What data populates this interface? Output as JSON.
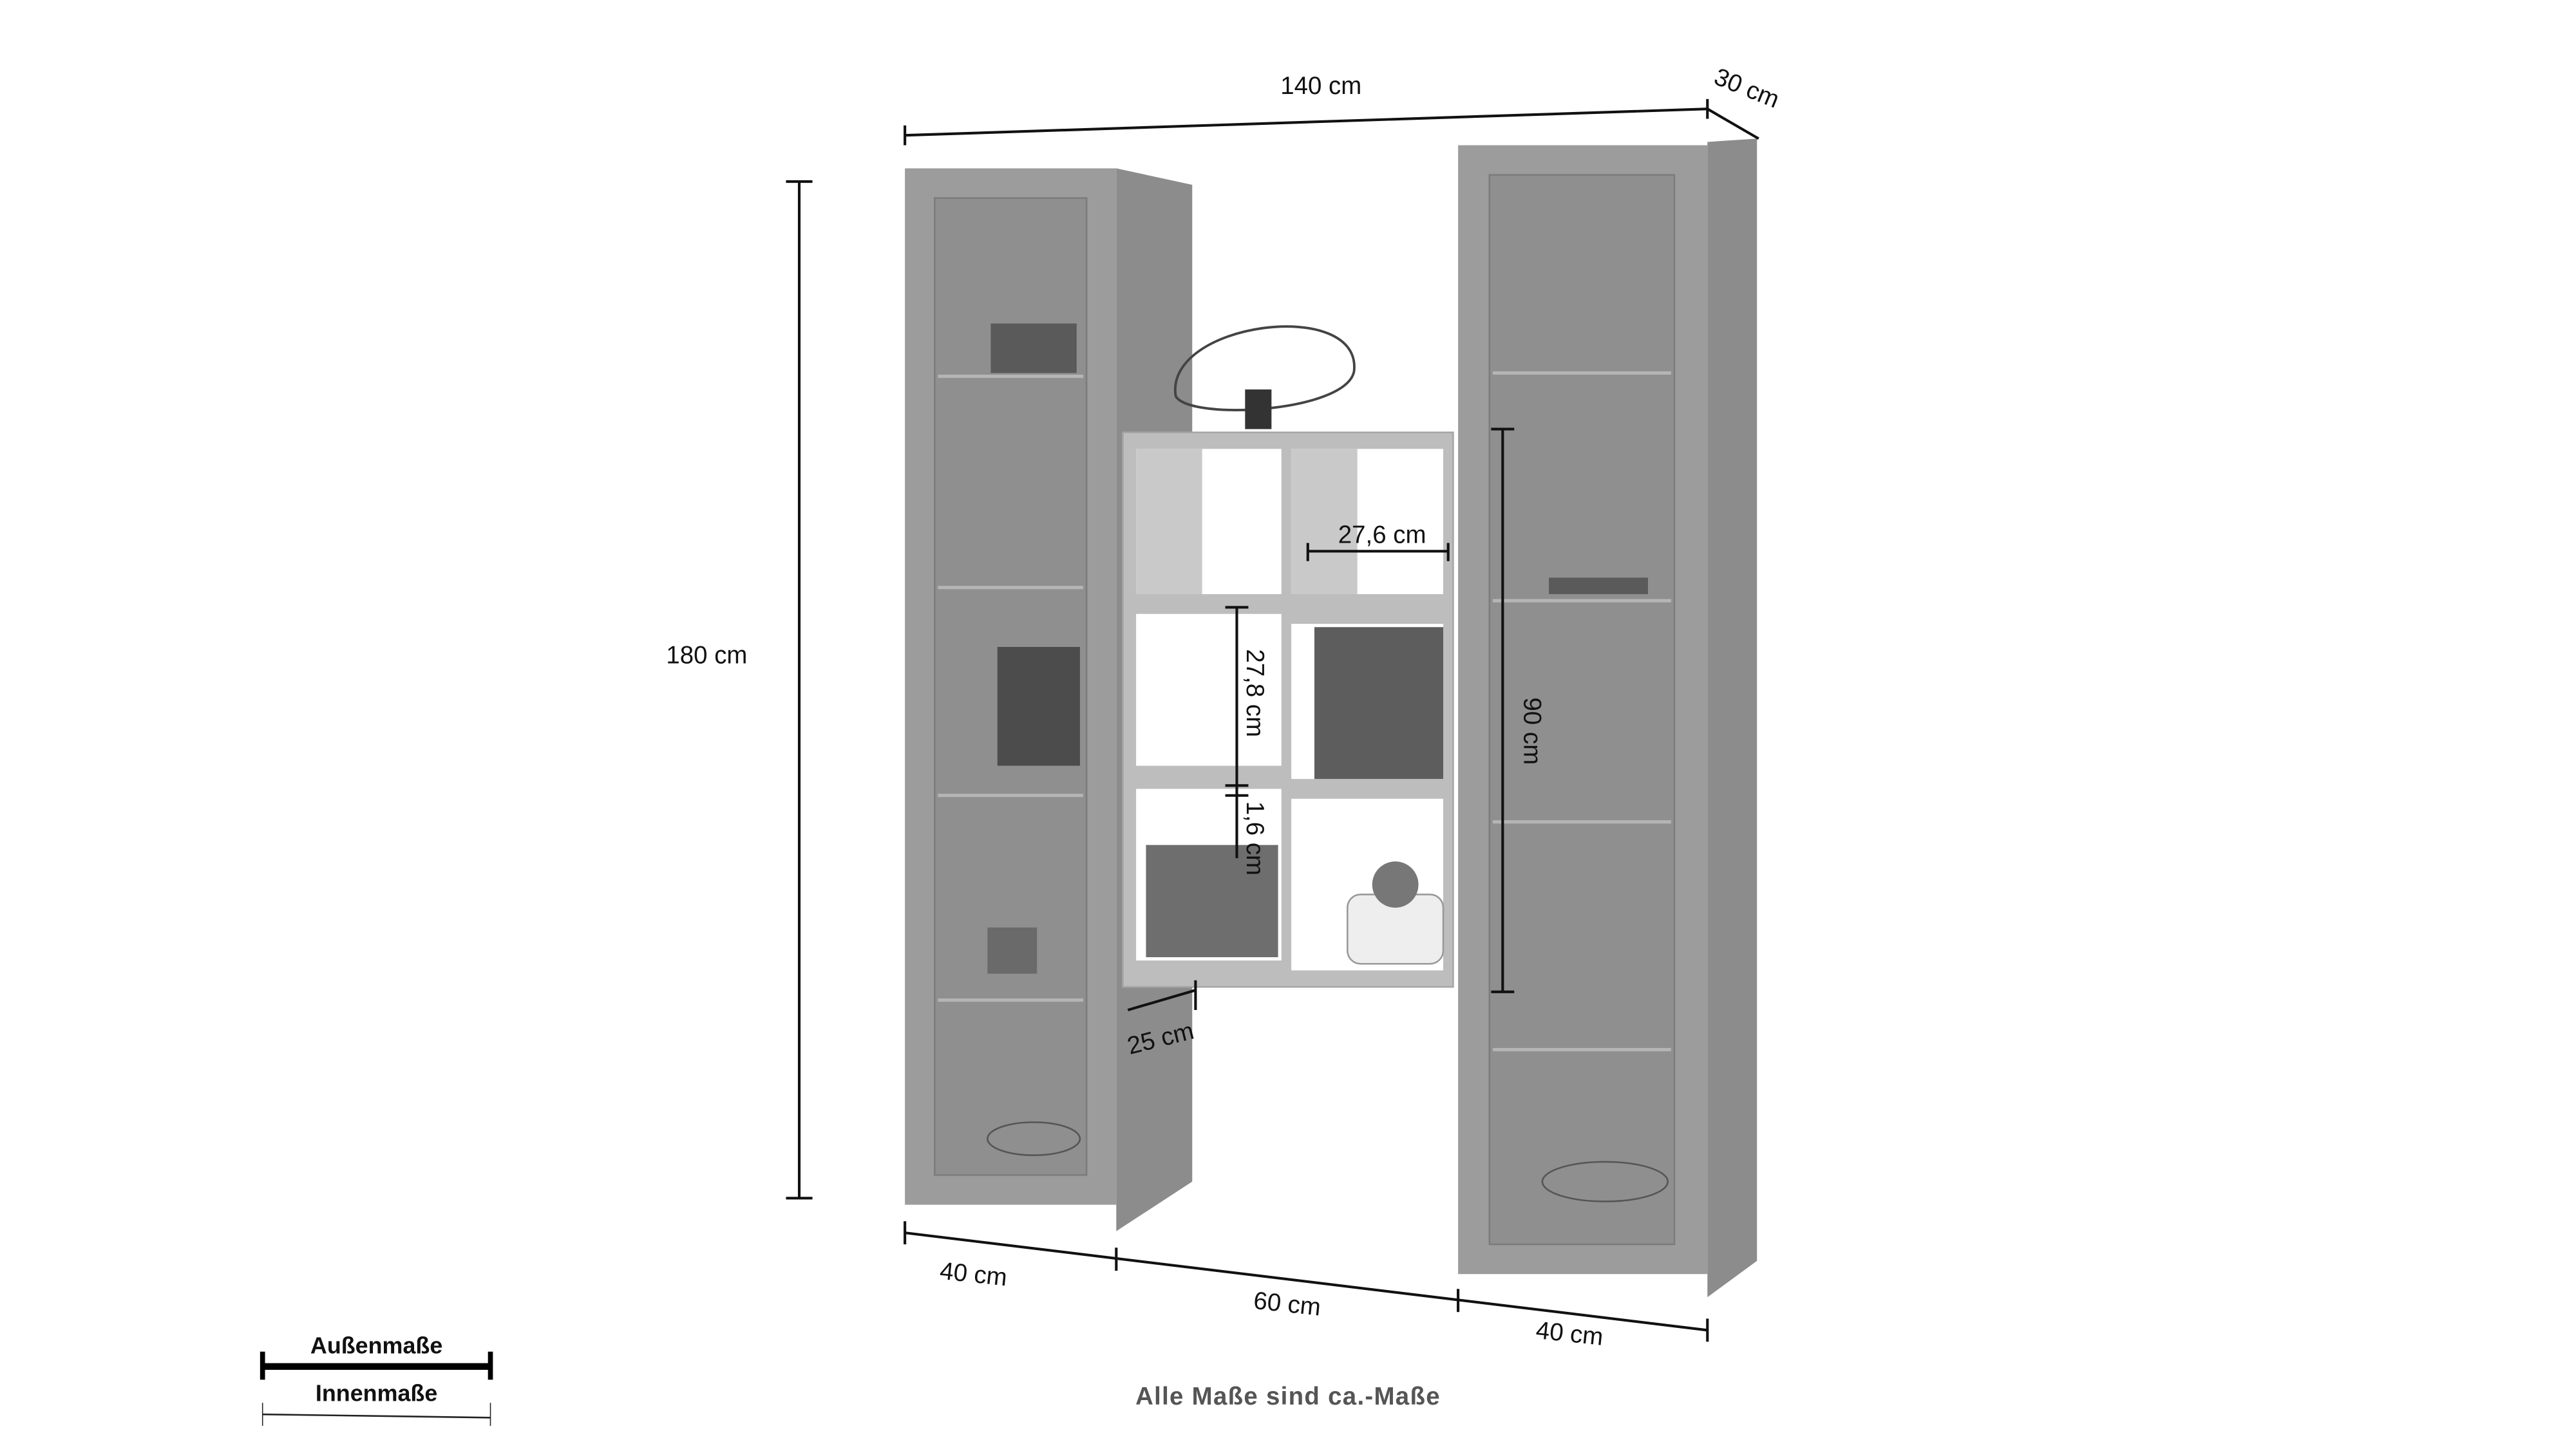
{
  "dimensions": {
    "total_width": "140 cm",
    "depth": "30 cm",
    "height": "180 cm",
    "shelf_height": "90 cm",
    "compartment_width": "27,6 cm",
    "compartment_height": "27,8 cm",
    "board_thickness": "1,6 cm",
    "shelf_depth": "25 cm",
    "left_cabinet_width": "40 cm",
    "middle_width": "60 cm",
    "right_cabinet_width": "40 cm"
  },
  "legend": {
    "outer_label": "Außenmaße",
    "inner_label": "Innenmaße"
  },
  "footer_note": "Alle Maße sind ca.-Maße",
  "colors": {
    "cabinet": "#9c9c9c",
    "cabinet_side": "#8c8c8c",
    "shelf_wood": "#bdbdbd",
    "dimension_line": "#111111",
    "footer_text": "#555555"
  }
}
